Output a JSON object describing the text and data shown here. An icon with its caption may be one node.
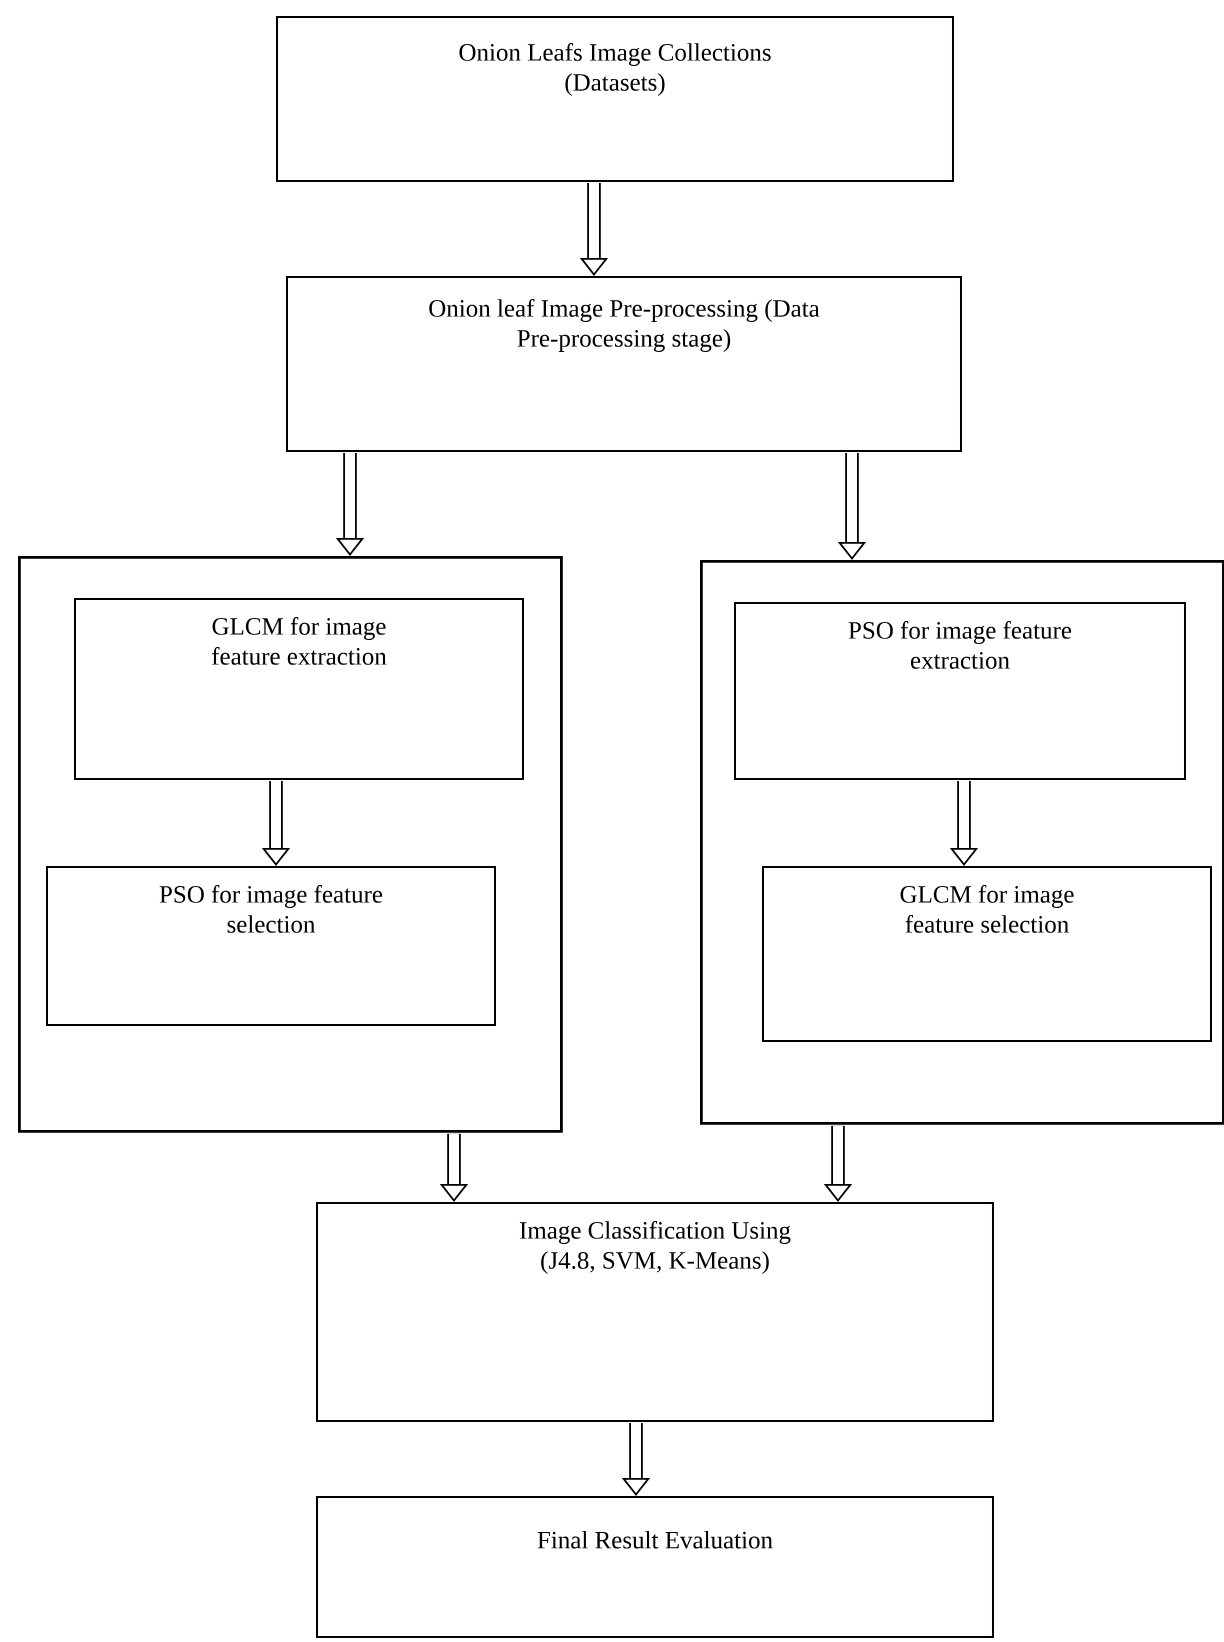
{
  "diagram": {
    "nodes": [
      {
        "text": [
          "Onion Leafs Image Collections (Datasets)"
        ]
      },
      {
        "text": [
          "Onion leaf Image Pre-processing (Data Pre-processing stage)"
        ]
      },
      {
        "text": [],
        "shape": "box"
      },
      {
        "text": [
          "GLCM for image feature extraction"
        ],
        "in": 2
      },
      {
        "text": [
          "PSO for image feature selection"
        ],
        "in": 2
      },
      {
        "text": [],
        "shape": "box"
      },
      {
        "text": [
          "PSO for image feature extraction"
        ],
        "in": 5
      },
      {
        "text": [
          "GLCM for image feature selection"
        ],
        "in": 5
      },
      {
        "text": [
          "Image Classification Using (J4.8, SVM, K-Means)"
        ]
      },
      {
        "text": [
          "Final Result Evaluation"
        ]
      }
    ],
    "edges": [
      {
        "from": 0,
        "to": 1,
        "arrow": "to"
      },
      {
        "from": 1,
        "to": 2,
        "arrow": "to"
      },
      {
        "from": 1,
        "to": 5,
        "arrow": "to"
      },
      {
        "from": 3,
        "to": 4,
        "arrow": "to"
      },
      {
        "from": 6,
        "to": 7,
        "arrow": "to"
      },
      {
        "from": 2,
        "to": 8,
        "arrow": "to"
      },
      {
        "from": 5,
        "to": 8,
        "arrow": "to"
      },
      {
        "from": 8,
        "to": 9,
        "arrow": "to"
      }
    ]
  }
}
